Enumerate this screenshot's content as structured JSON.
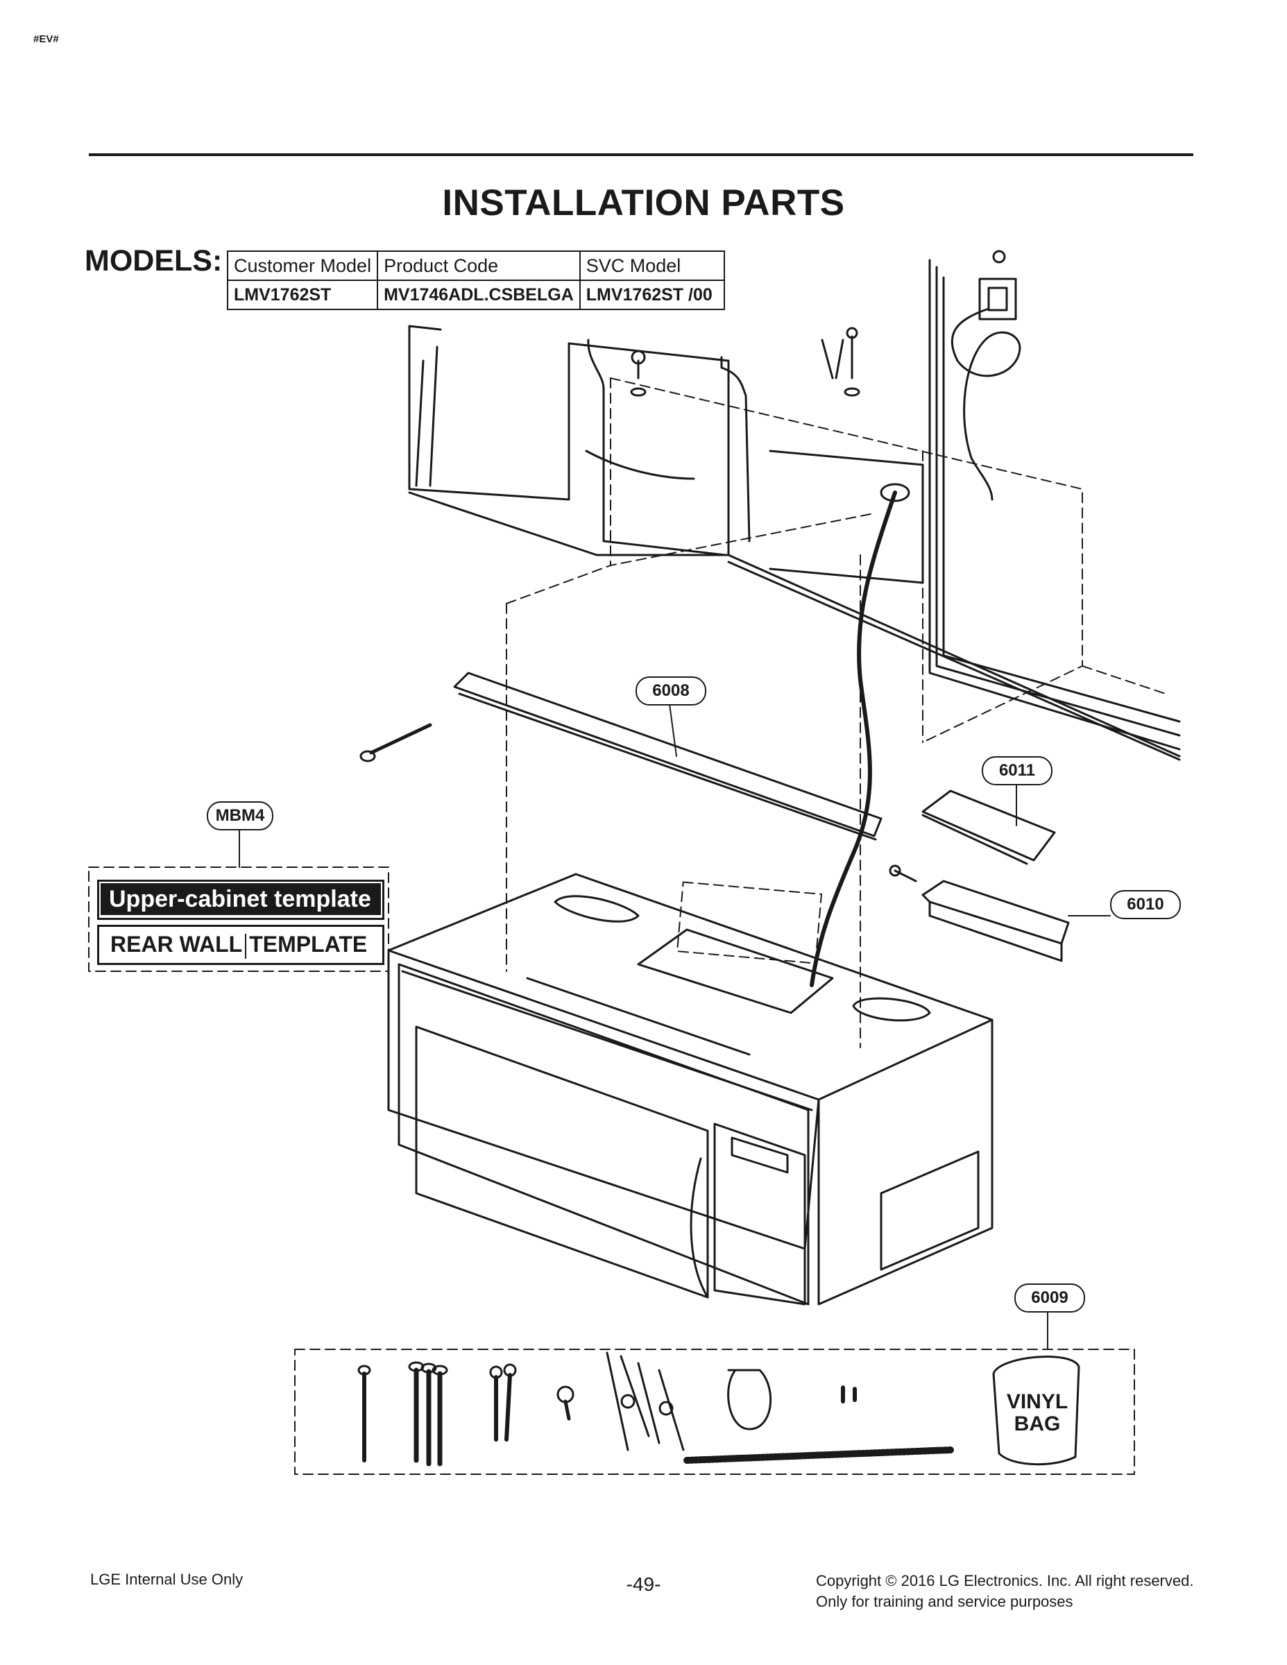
{
  "header": {
    "code": "#EV#"
  },
  "title": "INSTALLATION PARTS",
  "models": {
    "label": "MODELS:",
    "columns": [
      "Customer Model",
      "Product Code",
      "SVC Model"
    ],
    "rows": [
      [
        "LMV1762ST",
        "MV1746ADL.CSBELGA",
        "LMV1762ST /00"
      ]
    ]
  },
  "callouts": {
    "mbm4": "MBM4",
    "p6008": "6008",
    "p6011": "6011",
    "p6010": "6010",
    "p6009": "6009"
  },
  "templates": {
    "upper": "Upper-cabinet template",
    "rear_left": "REAR WALL",
    "rear_right": "TEMPLATE"
  },
  "vinyl_bag": {
    "line1": "VINYL",
    "line2": "BAG"
  },
  "footer": {
    "left": "LGE Internal Use Only",
    "page": "-49-",
    "right_line1": "Copyright © 2016 LG Electronics. Inc. All right reserved.",
    "right_line2": "Only for training and service purposes"
  }
}
